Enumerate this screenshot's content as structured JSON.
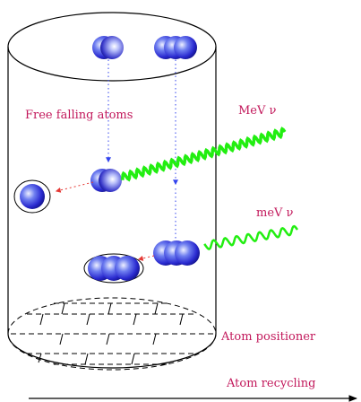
{
  "labels": {
    "free_falling": "Free falling atoms",
    "mev": "MeV ν",
    "low_mev": "meV ν",
    "positioner": "Atom positioner",
    "recycling": "Atom recycling"
  },
  "colors": {
    "atom_dark": "#1a1ab0",
    "atom_light": "#b8c4ff",
    "neutrino": "#22ee11",
    "fall_line": "#3344ee",
    "kick": "#e53935",
    "label": "#c2185b",
    "outline": "#000000"
  }
}
